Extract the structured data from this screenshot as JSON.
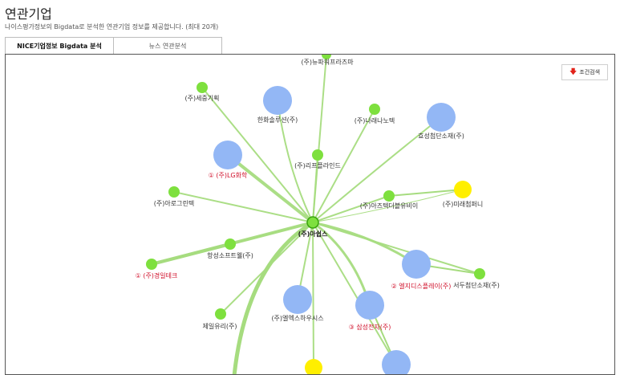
{
  "header": {
    "title": "연관기업",
    "subtitle": "나이스평가정보의 Bigdata로 분석한 연관기업 정보를 제공합니다. (최대 20개)"
  },
  "tabs": [
    {
      "label": "NICE기업정보 Bigdata 분석",
      "active": true
    },
    {
      "label": "뉴스 연관분석",
      "active": false
    }
  ],
  "toolbar": {
    "condition_button": "조건검색",
    "condition_icon": "arrow-down-icon"
  },
  "colors": {
    "edge": "#a6dc7f",
    "small_node": "#7ee03e",
    "large_node": "#93b7f5",
    "yellow_node": "#ffef00",
    "red_label": "#d0112b"
  },
  "graph": {
    "center": {
      "label": "(주)아쉽스"
    },
    "nodes": [
      {
        "label": "(주)뉴파워프라즈마",
        "kind": "small"
      },
      {
        "label": "(주)세중기획",
        "kind": "small"
      },
      {
        "label": "한화솔루션(주)",
        "kind": "large"
      },
      {
        "label": "(주)나래나노텍",
        "kind": "small"
      },
      {
        "label": "효성첨단소재(주)",
        "kind": "large"
      },
      {
        "label": "① (주)LG화학",
        "kind": "large",
        "red": true
      },
      {
        "label": "(주)리프플라인드",
        "kind": "small"
      },
      {
        "label": "(주)아로그린텍",
        "kind": "small"
      },
      {
        "label": "(주)아즈텍더블유비이",
        "kind": "small"
      },
      {
        "label": "(주)미래첨퍼니",
        "kind": "yellow"
      },
      {
        "label": "항성소프트웰(주)",
        "kind": "small"
      },
      {
        "label": "① (주)경일테크",
        "kind": "small",
        "red": true
      },
      {
        "label": "② 엘지디스플레이(주)",
        "kind": "large",
        "red": true
      },
      {
        "label": "서두첨단소재(주)",
        "kind": "small"
      },
      {
        "label": "(주)엘엑스하우시스",
        "kind": "large"
      },
      {
        "label": "제일유리(주)",
        "kind": "small"
      },
      {
        "label": "③ 삼성전자(주)",
        "kind": "large",
        "red": true
      },
      {
        "label": "",
        "kind": "yellow"
      },
      {
        "label": "",
        "kind": "large"
      }
    ]
  }
}
